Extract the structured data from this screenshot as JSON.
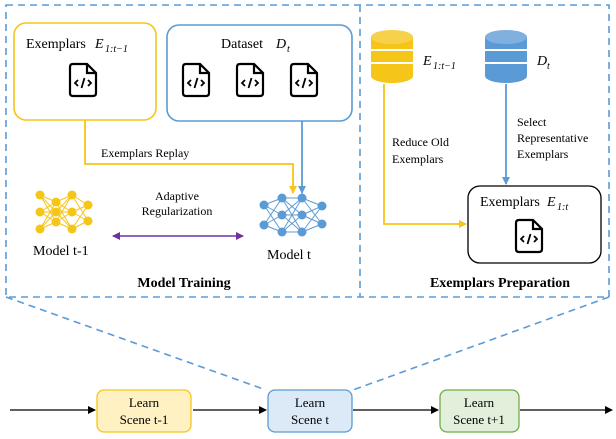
{
  "training": {
    "exemplars_label": "Exemplars",
    "exemplars_math": "E",
    "exemplars_sub": "1:t−1",
    "dataset_label": "Dataset",
    "dataset_math": "D",
    "dataset_sub": "t",
    "replay_label": "Exemplars  Replay",
    "adaptive_line1": "Adaptive",
    "adaptive_line2": "Regularization",
    "model_prev": "Model t-1",
    "model_curr": "Model t",
    "section_title": "Model Training"
  },
  "preparation": {
    "old_math": "E",
    "old_sub": "1:t−1",
    "data_math": "D",
    "data_sub": "t",
    "reduce_line1": "Reduce Old",
    "reduce_line2": "Exemplars",
    "select_line1": "Select",
    "select_line2": "Representative",
    "select_line3": "Exemplars",
    "result_label": "Exemplars",
    "result_math": "E",
    "result_sub": "1:t",
    "section_title": "Exemplars   Preparation"
  },
  "timeline": {
    "scenes": [
      {
        "line1": "Learn",
        "line2": "Scene t-1"
      },
      {
        "line1": "Learn",
        "line2": "Scene t"
      },
      {
        "line1": "Learn",
        "line2": "Scene t+1"
      }
    ]
  },
  "colors": {
    "yellow": "#f5c518",
    "yellow_fill": "#fff1c2",
    "blue": "#5b9bd5",
    "blue_fill": "#dce9f7",
    "green": "#70ad47",
    "green_fill": "#e2efda",
    "purple": "#7030a0",
    "dash_blue": "#5b9bd5"
  }
}
